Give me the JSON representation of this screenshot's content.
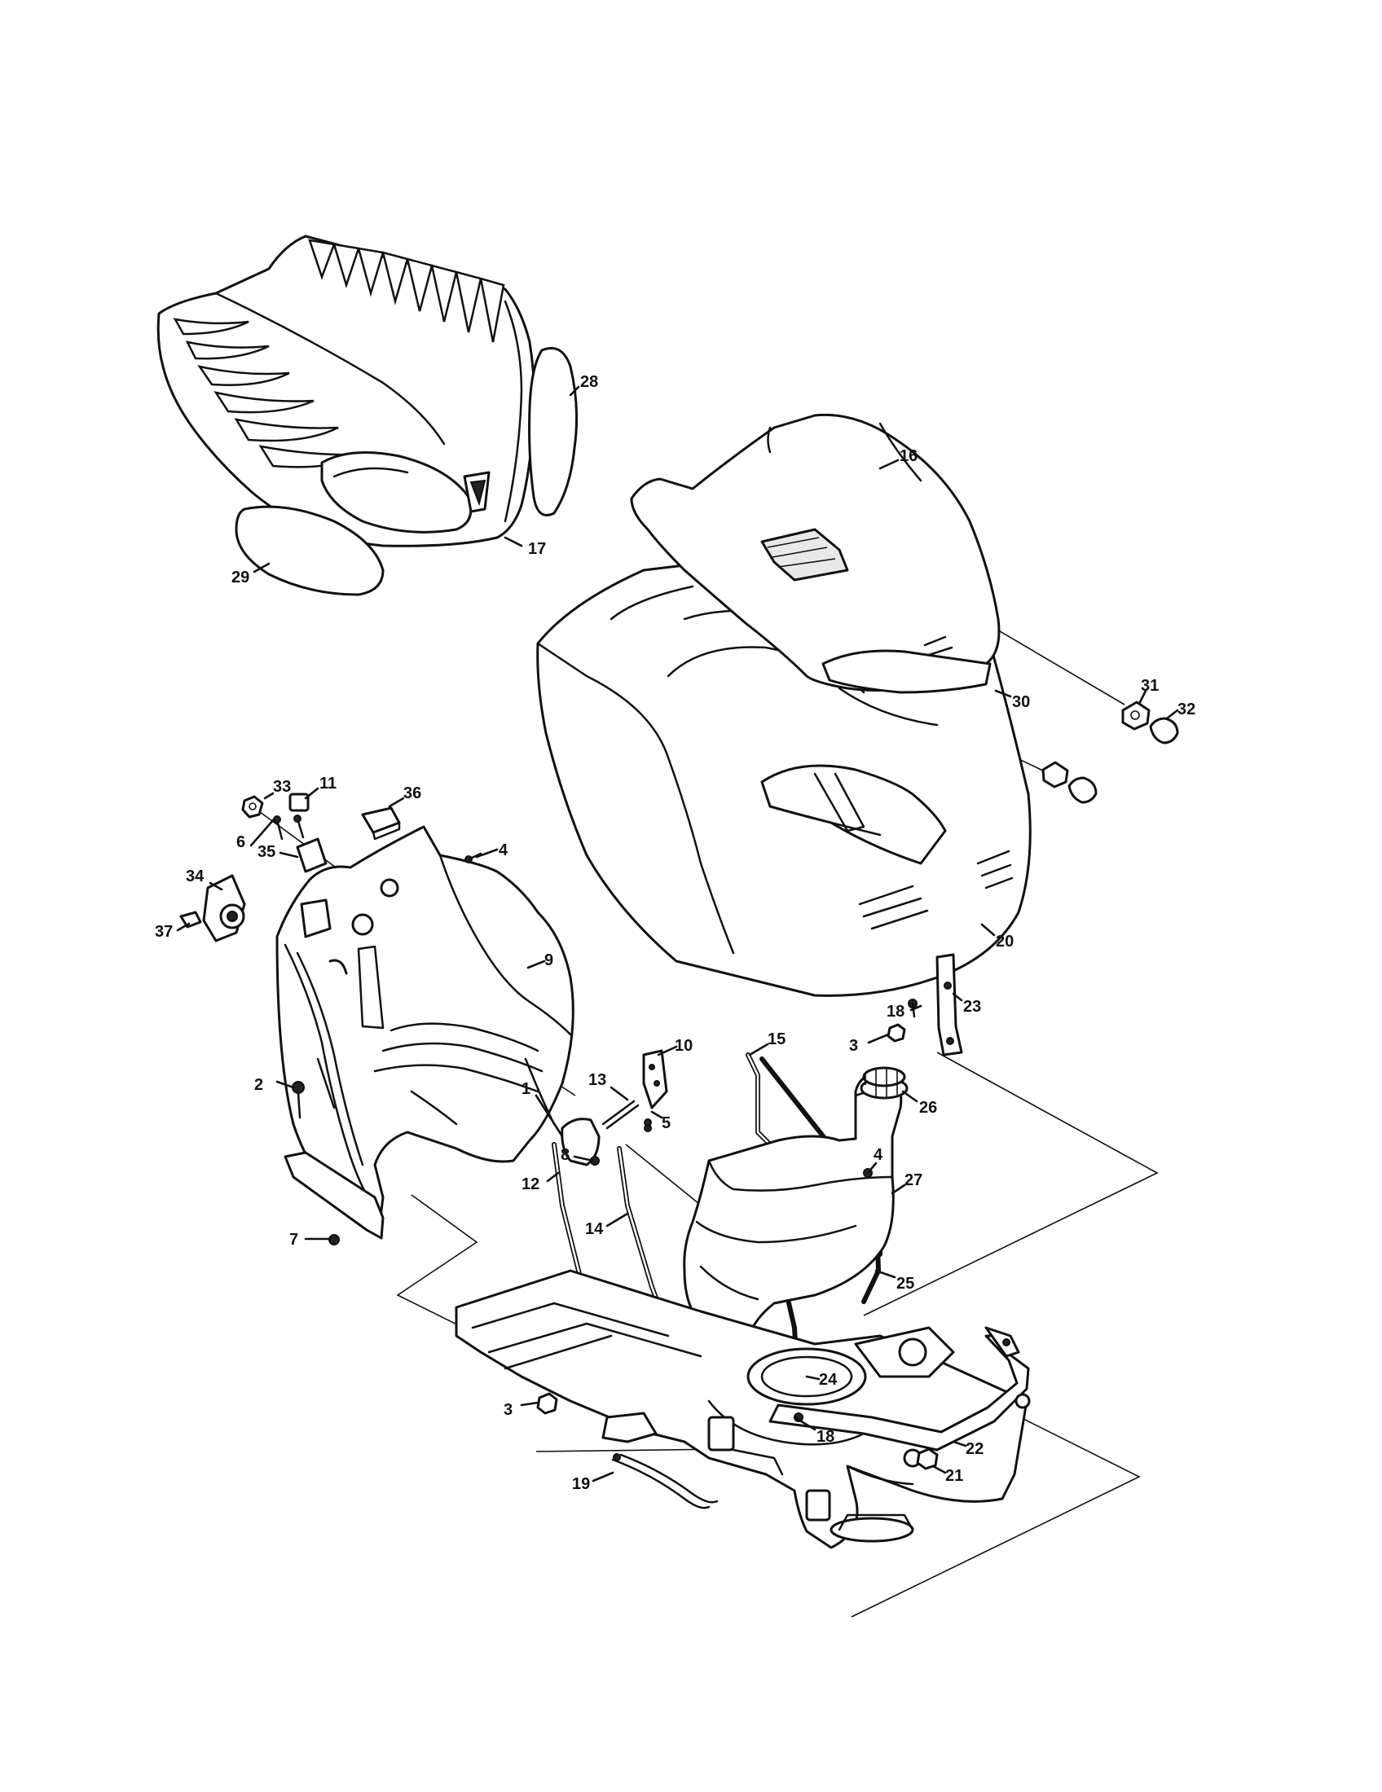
{
  "callouts": [
    {
      "id": "1",
      "label": "1"
    },
    {
      "id": "2",
      "label": "2"
    },
    {
      "id": "3a",
      "label": "3"
    },
    {
      "id": "3b",
      "label": "3"
    },
    {
      "id": "4a",
      "label": "4"
    },
    {
      "id": "4b",
      "label": "4"
    },
    {
      "id": "5",
      "label": "5"
    },
    {
      "id": "6",
      "label": "6"
    },
    {
      "id": "7",
      "label": "7"
    },
    {
      "id": "8",
      "label": "8"
    },
    {
      "id": "9",
      "label": "9"
    },
    {
      "id": "10",
      "label": "10"
    },
    {
      "id": "11",
      "label": "11"
    },
    {
      "id": "12",
      "label": "12"
    },
    {
      "id": "13",
      "label": "13"
    },
    {
      "id": "14",
      "label": "14"
    },
    {
      "id": "15",
      "label": "15"
    },
    {
      "id": "16",
      "label": "16"
    },
    {
      "id": "17",
      "label": "17"
    },
    {
      "id": "18a",
      "label": "18"
    },
    {
      "id": "18b",
      "label": "18"
    },
    {
      "id": "19",
      "label": "19"
    },
    {
      "id": "20",
      "label": "20"
    },
    {
      "id": "21",
      "label": "21"
    },
    {
      "id": "22",
      "label": "22"
    },
    {
      "id": "23",
      "label": "23"
    },
    {
      "id": "24",
      "label": "24"
    },
    {
      "id": "25",
      "label": "25"
    },
    {
      "id": "26",
      "label": "26"
    },
    {
      "id": "27",
      "label": "27"
    },
    {
      "id": "28",
      "label": "28"
    },
    {
      "id": "29",
      "label": "29"
    },
    {
      "id": "30",
      "label": "30"
    },
    {
      "id": "31",
      "label": "31"
    },
    {
      "id": "32",
      "label": "32"
    },
    {
      "id": "33",
      "label": "33"
    },
    {
      "id": "34",
      "label": "34"
    },
    {
      "id": "35",
      "label": "35"
    },
    {
      "id": "36",
      "label": "36"
    },
    {
      "id": "37",
      "label": "37"
    }
  ]
}
